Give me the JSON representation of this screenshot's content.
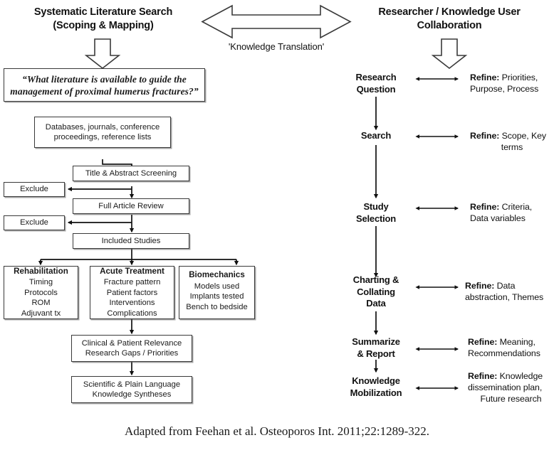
{
  "figure": {
    "caption": "Adapted from Feehan et al. Osteoporos Int. 2011;22:1289-322."
  },
  "left_column": {
    "heading_line1": "Systematic Literature Search",
    "heading_line2": "(Scoping & Mapping)",
    "question_line1": "“What literature is available to guide the",
    "question_line2": "management of proximal humerus fractures?”",
    "sources_line1": "Databases, journals, conference",
    "sources_line2": "proceedings, reference lists",
    "screening": "Title & Abstract Screening",
    "exclude_1": "Exclude",
    "full_review": "Full Article Review",
    "exclude_2": "Exclude",
    "included": "Included Studies",
    "themes": [
      {
        "title": "Rehabilitation",
        "items": [
          "Timing",
          "Protocols",
          "ROM",
          "Adjuvant tx"
        ]
      },
      {
        "title": "Acute Treatment",
        "items": [
          "Fracture pattern",
          "Patient factors",
          "Interventions",
          "Complications"
        ]
      },
      {
        "title": "Biomechanics",
        "items": [
          "Models used",
          "Implants tested",
          "Bench to bedside"
        ]
      }
    ],
    "relevance_line1": "Clinical & Patient Relevance",
    "relevance_line2": "Research Gaps / Priorities",
    "synthesis_line1": "Scientific & Plain Language",
    "synthesis_line2": "Knowledge Syntheses"
  },
  "center": {
    "kt_label": "'Knowledge Translation'"
  },
  "right_column": {
    "heading_line1": "Researcher / Knowledge User",
    "heading_line2": "Collaboration",
    "stages": [
      {
        "label_line1": "Research",
        "label_line2": "Question",
        "label_line3": "",
        "refine_label": "Refine:",
        "refine_line1": " Priorities,",
        "refine_line2": "Purpose, Process",
        "refine_line3": ""
      },
      {
        "label_line1": "Search",
        "label_line2": "",
        "label_line3": "",
        "refine_label": "Refine:",
        "refine_line1": " Scope, Key",
        "refine_line2": "terms",
        "refine_line3": ""
      },
      {
        "label_line1": "Study",
        "label_line2": "Selection",
        "label_line3": "",
        "refine_label": "Refine:",
        "refine_line1": " Criteria,",
        "refine_line2": "Data variables",
        "refine_line3": ""
      },
      {
        "label_line1": "Charting &",
        "label_line2": "Collating",
        "label_line3": "Data",
        "refine_label": "Refine:",
        "refine_line1": " Data",
        "refine_line2": "abstraction, Themes",
        "refine_line3": ""
      },
      {
        "label_line1": "Summarize",
        "label_line2": "& Report",
        "label_line3": "",
        "refine_label": "Refine:",
        "refine_line1": " Meaning,",
        "refine_line2": "Recommendations",
        "refine_line3": ""
      },
      {
        "label_line1": "Knowledge",
        "label_line2": "Mobilization",
        "label_line3": "",
        "refine_label": "Refine:",
        "refine_line1": " Knowledge",
        "refine_line2": "dissemination plan,",
        "refine_line3": "Future research"
      }
    ]
  },
  "colors": {
    "stroke": "#3a3a3a",
    "arrow": "#111111",
    "text": "#111111",
    "background": "#ffffff"
  }
}
